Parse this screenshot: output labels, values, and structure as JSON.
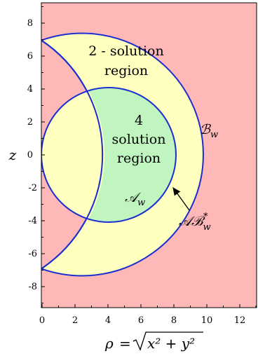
{
  "figure": {
    "x_axis": {
      "label_rho": "ρ",
      "label_eq": "=",
      "label_expr": "x² + y²",
      "range": [
        0,
        13
      ],
      "ticks": [
        "0",
        "2",
        "4",
        "6",
        "8",
        "10",
        "12"
      ]
    },
    "y_axis": {
      "label": "z",
      "range": [
        -9,
        9
      ],
      "ticks": [
        "8",
        "6",
        "4",
        "2",
        "0",
        "-2",
        "-4",
        "-6",
        "-8"
      ]
    },
    "regions": {
      "two_solution": [
        "2 - solution",
        "region"
      ],
      "four_solution": [
        "4",
        "solution",
        "region"
      ]
    },
    "labels": {
      "B_w": "ℬ",
      "B_w_sub": "w",
      "A_w": "𝒜",
      "A_w_sub": "w",
      "AB_w_star_main": "𝒜ℬ",
      "AB_w_star_sup": "*",
      "AB_w_star_sub": "w"
    },
    "colors": {
      "outside": "#ffb8b8",
      "two_solution_fill": "#ffffc0",
      "four_solution_fill": "#c0f5c0",
      "boundary": "#1a2fd0"
    }
  }
}
